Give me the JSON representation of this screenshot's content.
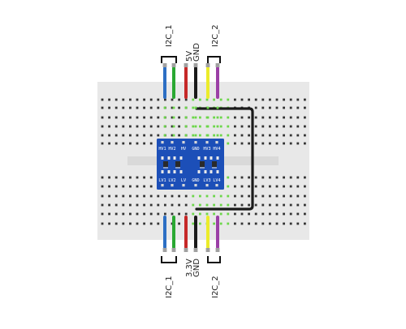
{
  "top_labels": {
    "i2c1": "I2C_1",
    "fivev": "5V",
    "gnd": "GND",
    "i2c2": "I2C_2"
  },
  "bottom_labels": {
    "i2c1": "I2C_1",
    "threev": "3.3V",
    "gnd": "GND",
    "i2c2": "I2C_2"
  },
  "module": {
    "hv_pins": [
      "HV1",
      "HV2",
      "HV",
      "GND",
      "HV3",
      "HV4"
    ],
    "lv_pins": [
      "LV1",
      "LV2",
      "LV",
      "GND",
      "LV3",
      "LV4"
    ],
    "color": "#1c4fb8"
  },
  "wire_colors": [
    "#2d6fc4",
    "#2aa832",
    "#c62828",
    "#1a1a1a",
    "#ecec2a",
    "#9b3fa6"
  ],
  "breadboard_color": "#e8e8e8",
  "hole_color": "#333333",
  "active_hole_color": "#6cd64a",
  "jumper_color": "#1a1a1a"
}
